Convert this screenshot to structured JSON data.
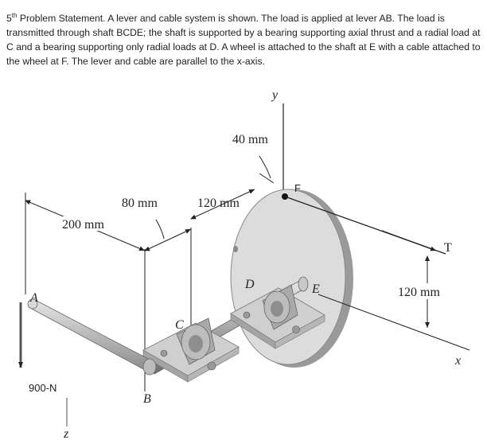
{
  "statement": {
    "ordinal_number": "5",
    "ordinal_suffix": "th",
    "text": " Problem Statement.  A lever and cable system is shown.  The load is applied at lever AB.  The load is transmitted through shaft BCDE; the shaft is supported by a bearing supporting axial thrust and a radial load at C and a bearing supporting only radial loads at D.  A wheel is attached to the shaft at E with a cable attached to the wheel at F.  The lever and cable are parallel to the x-axis."
  },
  "figure": {
    "labels": {
      "y_axis": "y",
      "x_axis": "x",
      "z_axis": "z",
      "dim_40": "40 mm",
      "dim_80": "80 mm",
      "dim_120": "120 mm",
      "dim_200": "200 mm",
      "dim_120_right": "120 mm",
      "point_A": "A",
      "point_B": "B",
      "point_C": "C",
      "point_D": "D",
      "point_E": "E",
      "point_F": "F",
      "tension": "T",
      "load": "900-N"
    },
    "colors": {
      "wheel_face": "#dcdcdc",
      "wheel_edge": "#9a9a9a",
      "metal": "#b5b5b5",
      "base": "#cfcfcf",
      "line": "#222222"
    }
  }
}
